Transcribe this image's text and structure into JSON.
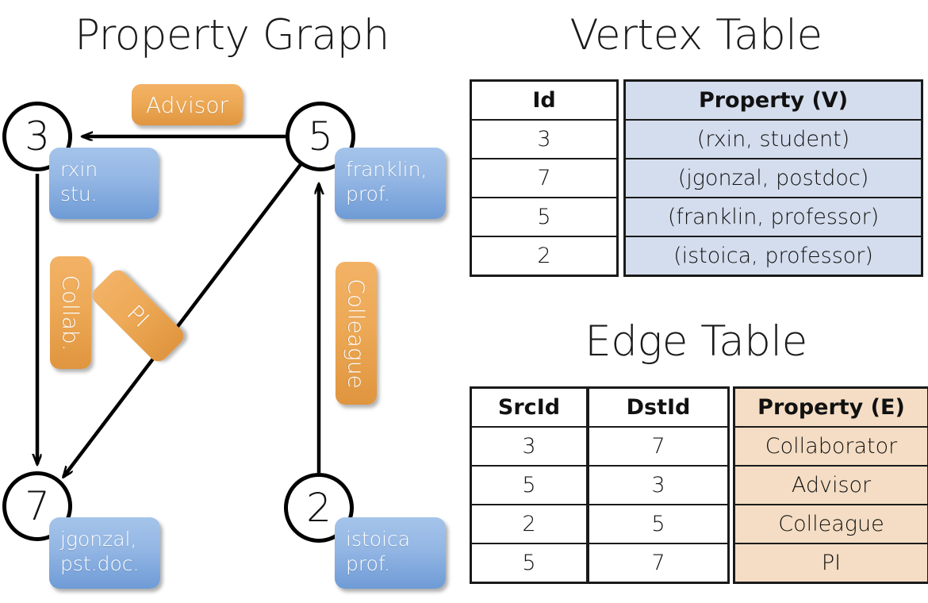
{
  "titles": {
    "property_graph": "Property Graph",
    "vertex_table": "Vertex Table",
    "edge_table": "Edge Table"
  },
  "graph": {
    "nodes": [
      {
        "id": "3",
        "name": "node-3",
        "property_line1": "rxin",
        "property_line2": "stu."
      },
      {
        "id": "5",
        "name": "node-5",
        "property_line1": "franklin,",
        "property_line2": "prof."
      },
      {
        "id": "7",
        "name": "node-7",
        "property_line1": "jgonzal,",
        "property_line2": "pst.doc."
      },
      {
        "id": "2",
        "name": "node-2",
        "property_line1": "istoica",
        "property_line2": "prof."
      }
    ],
    "edge_labels": [
      {
        "label": "Advisor",
        "src": "5",
        "dst": "3"
      },
      {
        "label": "Collab.",
        "src": "3",
        "dst": "7"
      },
      {
        "label": "PI",
        "src": "5",
        "dst": "7"
      },
      {
        "label": "Colleague",
        "src": "2",
        "dst": "5"
      }
    ]
  },
  "vertex_table": {
    "headers": {
      "id": "Id",
      "property": "Property (V)"
    },
    "rows": [
      {
        "id": "3",
        "property": "(rxin, student)"
      },
      {
        "id": "7",
        "property": "(jgonzal, postdoc)"
      },
      {
        "id": "5",
        "property": "(franklin, professor)"
      },
      {
        "id": "2",
        "property": "(istoica, professor)"
      }
    ]
  },
  "edge_table": {
    "headers": {
      "src": "SrcId",
      "dst": "DstId",
      "property": "Property (E)"
    },
    "rows": [
      {
        "src": "3",
        "dst": "7",
        "property": "Collaborator"
      },
      {
        "src": "5",
        "dst": "3",
        "property": "Advisor"
      },
      {
        "src": "2",
        "dst": "5",
        "property": "Colleague"
      },
      {
        "src": "5",
        "dst": "7",
        "property": "PI"
      }
    ]
  },
  "colors": {
    "vertex_property_fill": "#d4dded",
    "edge_property_fill": "#f4ddc4",
    "node_property_box": "#6e9bd6",
    "edge_label_box": "#e0953f",
    "stroke": "#1a1a1a",
    "background": "#ffffff"
  }
}
